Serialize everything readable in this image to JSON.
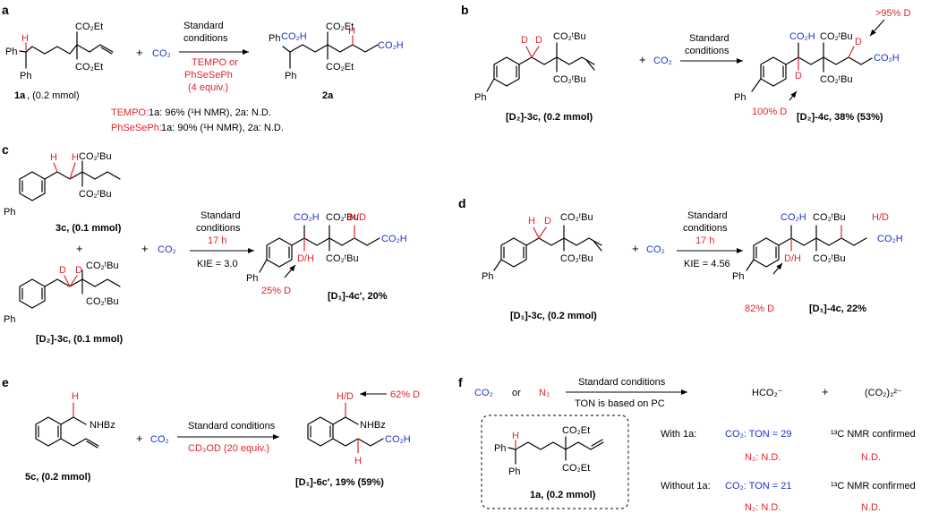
{
  "panels": {
    "a": {
      "letter": "a",
      "reactant_label_bold": "1a",
      "reactant_label_rest": ", (0.2 mmol)",
      "plus": "+",
      "co2": "CO₂",
      "cond_line1": "Standard",
      "cond_line2": "conditions",
      "cond_red1": "TEMPO or",
      "cond_red2": "PhSeSePh",
      "cond_red3": "(4 equiv.)",
      "product_label": "2a",
      "result1_red": "TEMPO:",
      "result1_rest": " 1a: 96% (¹H NMR), 2a: N.D.",
      "result2_red": "PhSeSePh:",
      "result2_rest": " 1a: 90% (¹H NMR), 2a: N.D.",
      "atoms": {
        "H": "H",
        "Ph": "Ph",
        "CO2Et": "CO₂Et",
        "CO2H": "CO₂H"
      }
    },
    "b": {
      "letter": "b",
      "reactant_label": "[D₂]-3c, (0.2 mmol)",
      "plus": "+",
      "co2": "CO₂",
      "cond_line1": "Standard",
      "cond_line2": "conditions",
      "product_label": "[D₂]-4c, 38% (53%)",
      "d_pct_left": "100% D",
      "d_pct_top": ">95% D",
      "atoms": {
        "D": "D",
        "Ph": "Ph",
        "CO2tBu": "CO₂ᵗBu",
        "CO2H": "CO₂H"
      }
    },
    "c": {
      "letter": "c",
      "reactant1_label": "3c, (0.1 mmol)",
      "reactant2_label": "[D₂]-3c, (0.1 mmol)",
      "plus": "+",
      "co2": "CO₂",
      "cond_line1": "Standard",
      "cond_line2": "conditions",
      "cond_red": "17 h",
      "kie": "KIE = 3.0",
      "product_label": "[D₁]-4c′, 20%",
      "d_pct": "25% D",
      "atoms": {
        "H": "H",
        "D": "D",
        "DH": "D/H",
        "HD": "H/D",
        "Ph": "Ph",
        "CO2tBu": "CO₂ᵗBu",
        "CO2H": "CO₂H"
      }
    },
    "d": {
      "letter": "d",
      "reactant_label": "[D₁]-3c, (0.2 mmol)",
      "plus": "+",
      "co2": "CO₂",
      "cond_line1": "Standard",
      "cond_line2": "conditions",
      "cond_red": "17 h",
      "kie": "KIE = 4.56",
      "product_label": "[D₁]-4c, 22%",
      "d_pct": "82% D",
      "atoms": {
        "H": "H",
        "D": "D",
        "DH": "D/H",
        "HD": "H/D",
        "Ph": "Ph",
        "CO2tBu": "CO₂ᵗBu",
        "CO2H": "CO₂H"
      }
    },
    "e": {
      "letter": "e",
      "reactant_label": "5c, (0.2 mmol)",
      "plus": "+",
      "co2": "CO₂",
      "cond_line1": "Standard conditions",
      "cond_red": "CD₃OD (20 equiv.)",
      "product_label": "[D₁]-6c′, 19% (59%)",
      "d_pct": "62% D",
      "atoms": {
        "H": "H",
        "HD": "H/D",
        "NHBz": "NHBz",
        "CO2H": "CO₂H"
      }
    },
    "f": {
      "letter": "f",
      "co2": "CO₂",
      "or": "or",
      "n2": "N₂",
      "cond_line1": "Standard conditions",
      "cond_line2": "TON is based on PC",
      "formate": "HCO₂⁻",
      "plus": "+",
      "oxalate": "(CO₂)₂²⁻",
      "with_label": "With 1a:",
      "with_co2": "CO₂: TON = 29",
      "with_n2": "N₂: N.D.",
      "with_nmr": "¹³C NMR confirmed",
      "with_nd": "N.D.",
      "without_label": "Without 1a:",
      "without_co2": "CO₂: TON = 21",
      "without_n2": "N₂: N.D.",
      "without_nmr": "¹³C NMR confirmed",
      "without_nd": "N.D.",
      "box_label": "1a, (0.2 mmol)",
      "atoms": {
        "H": "H",
        "Ph": "Ph",
        "CO2Et": "CO₂Et"
      }
    }
  }
}
